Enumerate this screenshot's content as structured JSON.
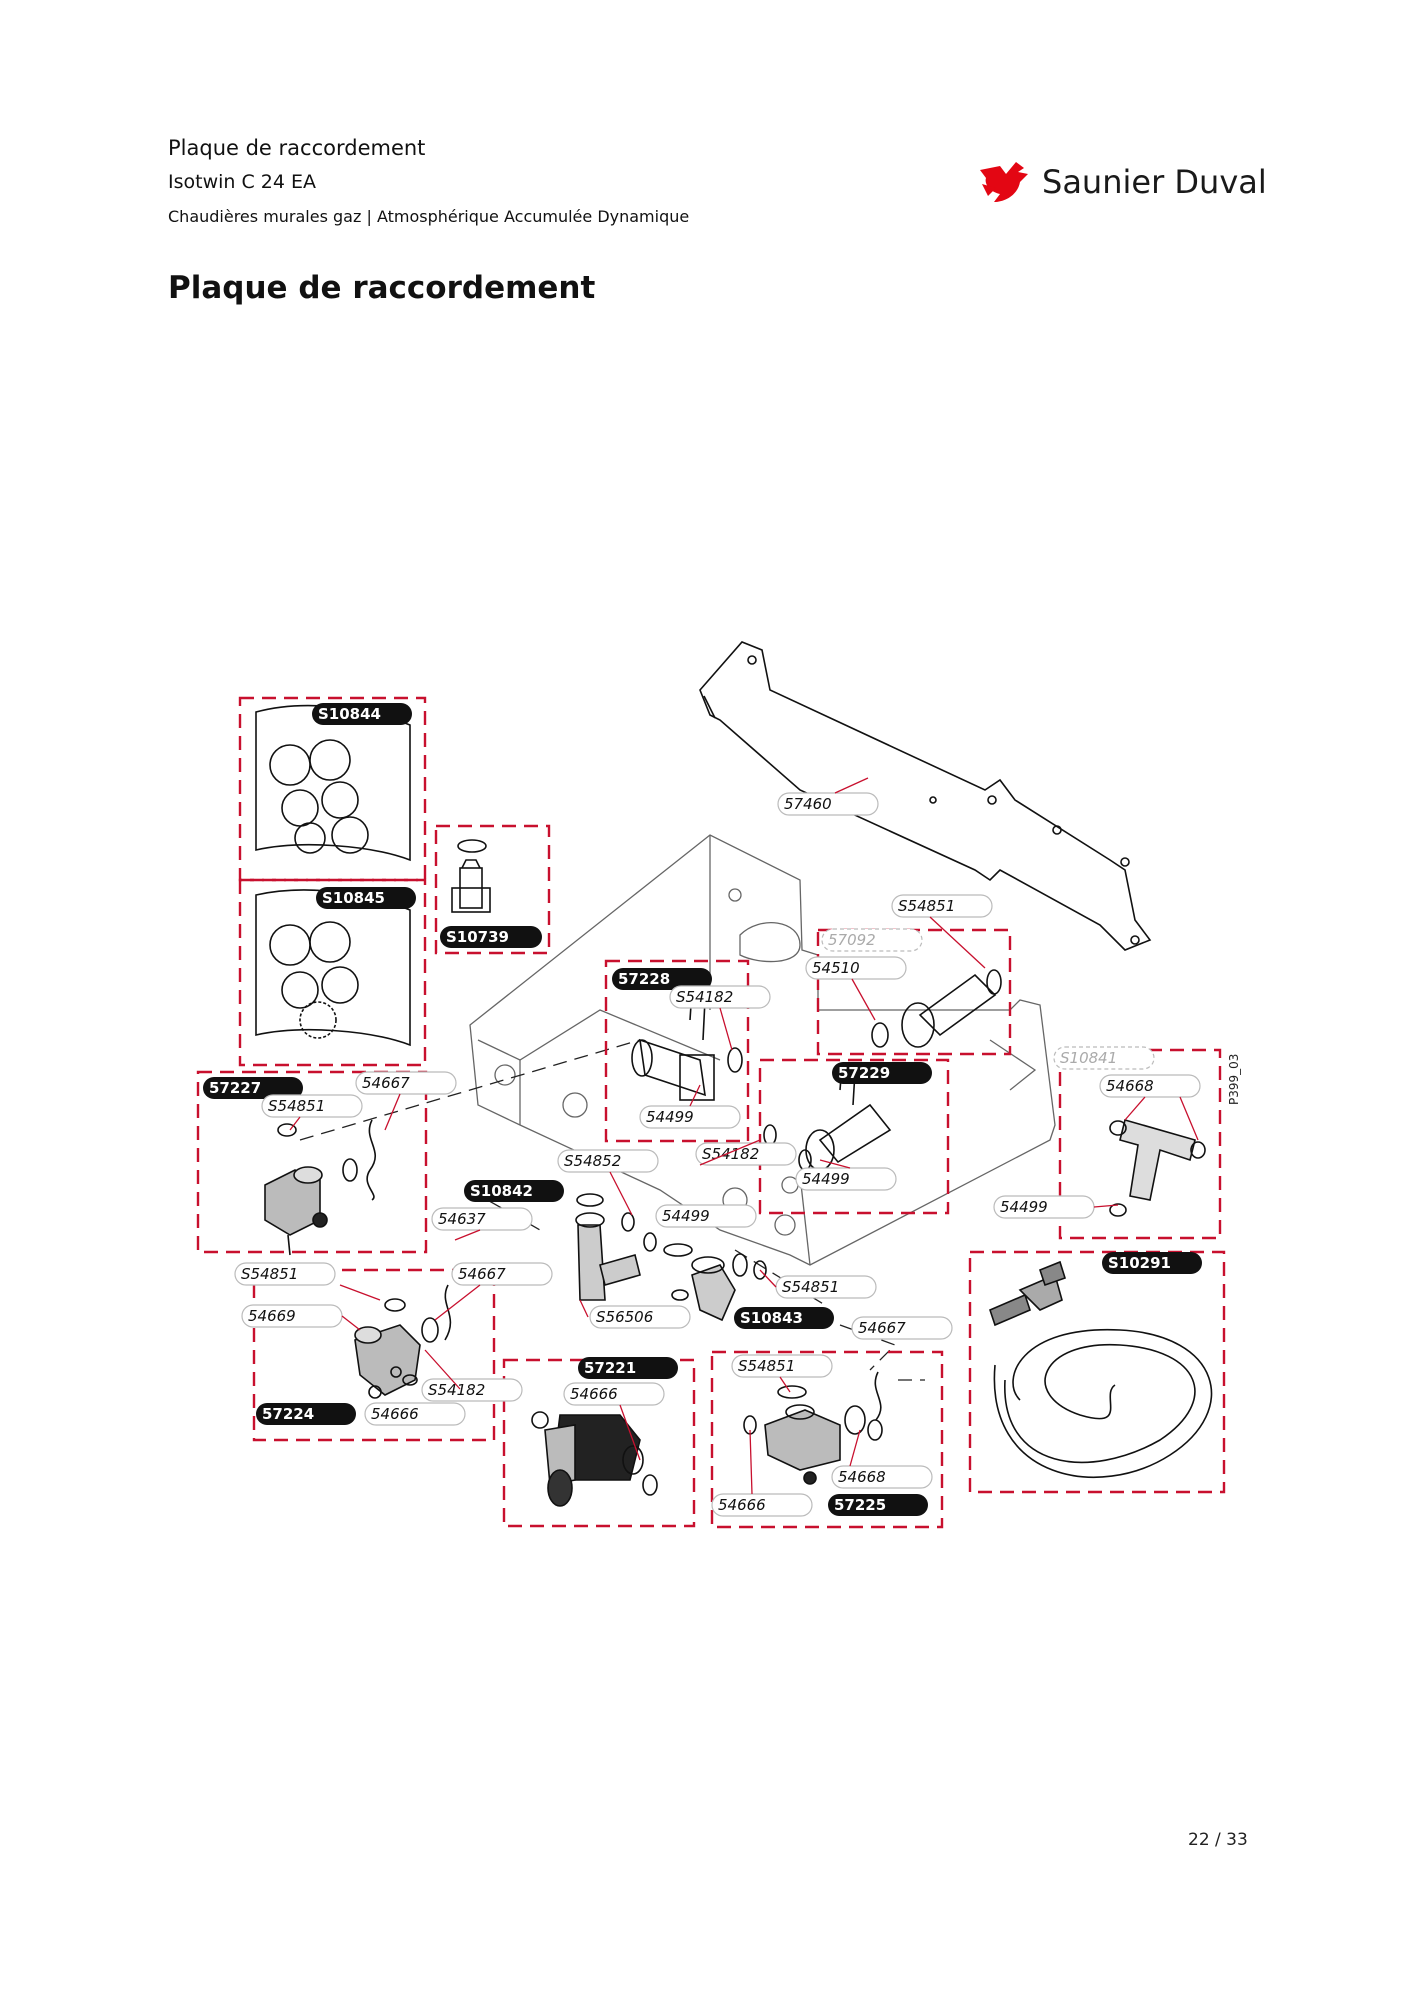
{
  "header": {
    "line1": "Plaque de raccordement",
    "line2": "Isotwin C 24 EA",
    "line3": "Chaudières murales gaz | Atmosphérique Accumulée Dynamique"
  },
  "brand": {
    "name": "Saunier Duval",
    "color": "#e30613"
  },
  "title": "Plaque de raccordement",
  "pager": "22 / 33",
  "diagram": {
    "ref": "P399_03",
    "groups": [
      {
        "id": "S10844"
      },
      {
        "id": "S10845"
      },
      {
        "id": "S10739"
      },
      {
        "id": "57228"
      },
      {
        "id": "57229"
      },
      {
        "id": "57227"
      },
      {
        "id": "S10842"
      },
      {
        "id": "57224"
      },
      {
        "id": "57221"
      },
      {
        "id": "57225"
      },
      {
        "id": "S10291"
      },
      {
        "id": "S10843"
      }
    ],
    "parts": [
      "57460",
      "S54851",
      "57092",
      "54510",
      "S54182",
      "54499",
      "54499",
      "S10841",
      "54668",
      "54667",
      "S54851",
      "S54852",
      "S54182",
      "54499",
      "54637",
      "54499",
      "S54851",
      "54667",
      "54669",
      "S56506",
      "S54851",
      "54667",
      "S54182",
      "54666",
      "54666",
      "S54851",
      "54668",
      "54666"
    ]
  }
}
